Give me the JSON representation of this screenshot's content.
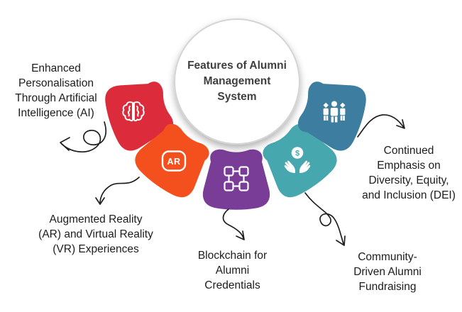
{
  "center": {
    "title": "Features of Alumni\nManagement\nSystem"
  },
  "colors": {
    "red": "#DC2B3B",
    "orange": "#F4501E",
    "purple": "#7A3D97",
    "teal": "#46A7AE",
    "blue": "#3C7DA0",
    "arrow": "#1f1f1f",
    "circle_border": "#d4d4d4",
    "label_text": "#1c1c1c"
  },
  "features": [
    {
      "name": "ai-personalisation",
      "label": "Enhanced\nPersonalisation\nThrough Artificial\nIntelligence (AI)",
      "color": "#DC2B3B",
      "icon": "brain-icon"
    },
    {
      "name": "ar-vr-experiences",
      "label": "Augmented Reality\n(AR) and Virtual Reality\n(VR) Experiences",
      "color": "#F4501E",
      "icon": "ar-icon",
      "icon_text": "AR"
    },
    {
      "name": "blockchain-credentials",
      "label": "Blockchain for\nAlumni\nCredentials",
      "color": "#7A3D97",
      "icon": "blockchain-icon"
    },
    {
      "name": "community-fundraising",
      "label": "Community-\nDriven Alumni\nFundraising",
      "color": "#46A7AE",
      "icon": "hands-coin-icon",
      "coin_symbol": "$"
    },
    {
      "name": "dei-emphasis",
      "label": "Continued\nEmphasis on\nDiversity, Equity,\nand Inclusion (DEI)",
      "color": "#3C7DA0",
      "icon": "people-group-icon"
    }
  ]
}
